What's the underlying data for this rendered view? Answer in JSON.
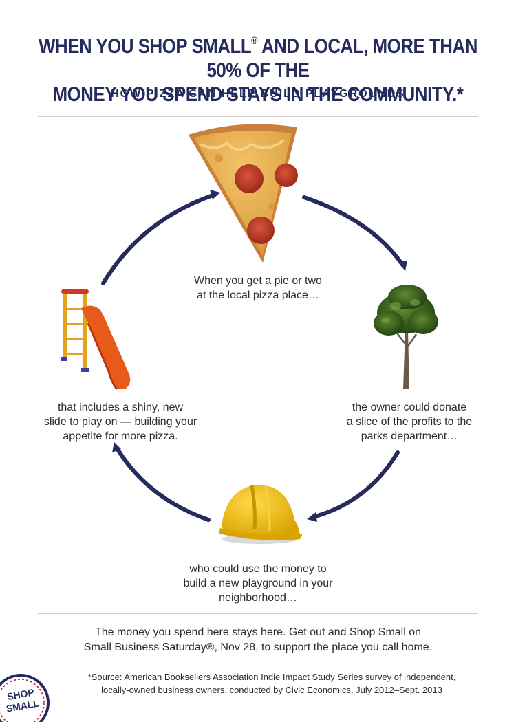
{
  "header": {
    "headline_before": "When you Shop Small",
    "registered_mark": "®",
    "headline_after": " and local, more than 50% of the",
    "headline_line2": "money you spend stays in the community.*",
    "subhead": "How pizza can help build playgrounds"
  },
  "cycle": {
    "steps": [
      {
        "caption": "When you get a pie or two\nat the local pizza place…",
        "icon": "pizza-slice-icon"
      },
      {
        "caption": "the owner could donate\na slice of the profits to the\nparks department…",
        "icon": "tree-icon"
      },
      {
        "caption": "who could use the money to\nbuild a new playground in your\nneighborhood…",
        "icon": "hard-hat-icon"
      },
      {
        "caption": "that includes a shiny, new\nslide to play on — building your\nappetite for more pizza.",
        "icon": "playground-slide-icon"
      }
    ]
  },
  "footer": {
    "message": "The money you spend here stays here. Get out and Shop Small on\nSmall Business Saturday®, Nov 28, to support the place you call home.",
    "source": "*Source: American Booksellers Association Indie Impact Study Series survey of independent,\nlocally-owned business owners, conducted by Civic Economics, July 2012–Sept. 2013"
  },
  "badge": {
    "line1": "SHOP",
    "line2": "SMALL"
  },
  "colors": {
    "navy": "#252b5c",
    "red": "#c8102e",
    "rule": "#cfcfcf"
  }
}
